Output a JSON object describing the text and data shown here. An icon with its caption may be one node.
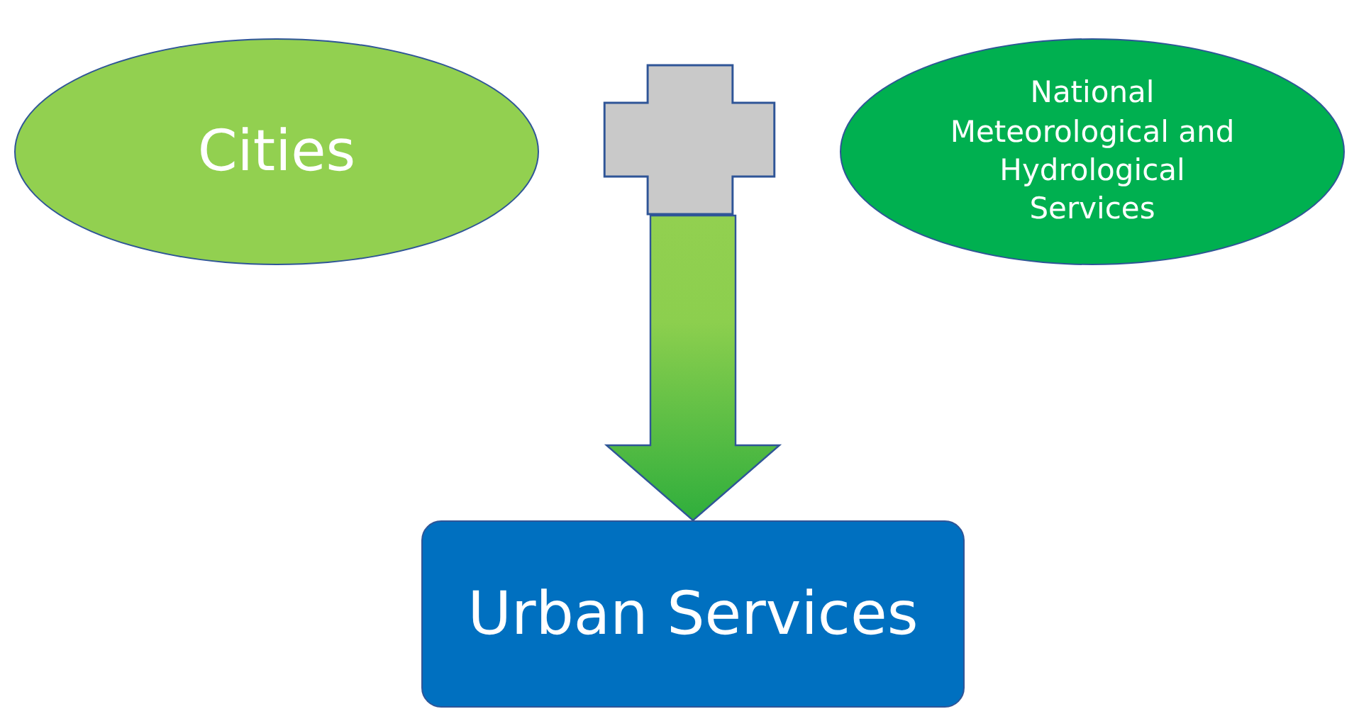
{
  "diagram": {
    "nodes": [
      {
        "text": [
          "Cities"
        ]
      },
      {
        "text": [],
        "shape": "cross"
      },
      {
        "text": [
          "National Meteorological and Hydrological Services"
        ]
      },
      {
        "text": [
          "Urban Services"
        ]
      }
    ],
    "edges": [
      {
        "from": 1,
        "to": 3,
        "arrow": "to",
        "style": "thick"
      }
    ]
  }
}
